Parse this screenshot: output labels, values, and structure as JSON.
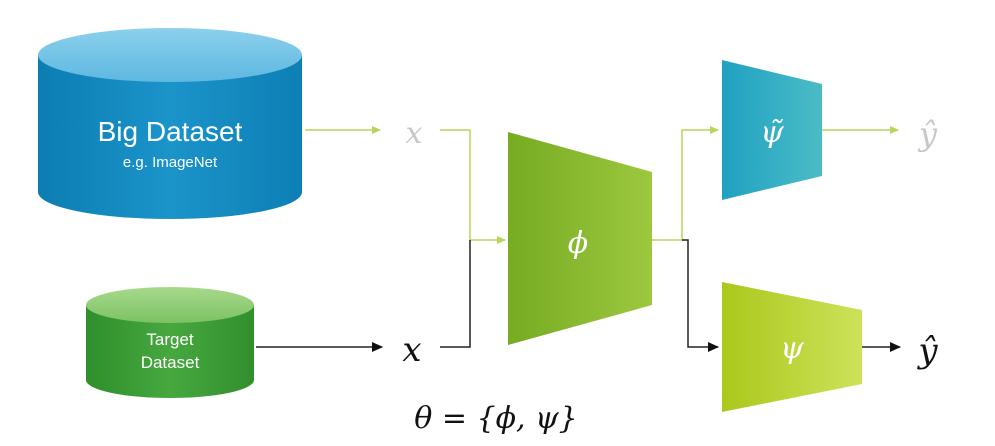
{
  "big_dataset": {
    "title": "Big Dataset",
    "subtitle": "e.g. ImageNet",
    "color": "#1a8fc4"
  },
  "target_dataset": {
    "line1": "Target",
    "line2": "Dataset",
    "color": "#3f9e3a"
  },
  "inputs": {
    "source_x": "x",
    "target_x": "x"
  },
  "blocks": {
    "phi": "ϕ",
    "psi_tilde": "ψ̃",
    "psi": "ψ"
  },
  "outputs": {
    "source_y": "ŷ",
    "target_y": "ŷ"
  },
  "equation": "θ = {ϕ, ψ}",
  "colors": {
    "faded_line": "#b5d65a",
    "dark_line": "#222222",
    "phi_block": "#8cbc2e",
    "psi_tilde_block": "#2aa9c0",
    "psi_block": "#b6cf2c",
    "faded_text": "#c8c8c8"
  }
}
